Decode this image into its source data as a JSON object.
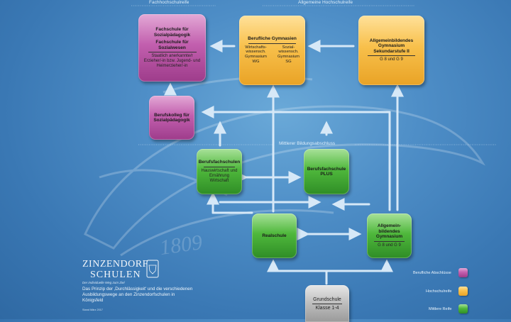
{
  "headers": {
    "fachhochschulreife": "Fachhochschulreife",
    "allgemeine_hochschulreife": "Allgemeine Hochschulreife",
    "mittlerer_bildungsabschluss": "Mittlerer Bildungsabschluss"
  },
  "boxes": {
    "fachschule": {
      "title1": "Fachschule für Sozialpädagogik",
      "title2": "Fachschule für Sozialwesen",
      "desc": "Staatlich anerkannte/r Erzieher/-in bzw. Jugend- und Heimerzieher/-in"
    },
    "berufskolleg": {
      "title": "Berufskolleg für Sozialpädagogik"
    },
    "berufliche_gymnasien": {
      "title": "Berufliche Gymnasien",
      "col1": "Wirtschafts-wissensch. Gymnasium WG",
      "col2": "Sozial-wissensch. Gymnasium SG"
    },
    "allgemeinbildendes_gym_sek2": {
      "title": "Allgemeinbildendes Gymnasium Sekundarstufe II",
      "sub": "G 8 und G 9"
    },
    "berufsfachschulen": {
      "title": "Berufsfachschulen",
      "desc": "Hauswirtschaft und Ernährung Wirtschaft"
    },
    "berufsfachschule_plus": {
      "title": "Berufsfachschule PLUS"
    },
    "realschule": {
      "title": "Realschule"
    },
    "allgemeinbildendes_gym": {
      "title": "Allgemein-bildendes Gymnasium",
      "sub": "G 8 und G 9"
    },
    "grundschule": {
      "title": "Grundschule",
      "sub": "Klasse 1-4"
    }
  },
  "legend": [
    {
      "label": "Berufliche Abschlüsse",
      "color": "#b54ea0"
    },
    {
      "label": "Hochschulreife",
      "color": "#f5b53a"
    },
    {
      "label": "Mittlere Reife",
      "color": "#3fa532"
    }
  ],
  "logo": {
    "line1": "ZINZENDORF",
    "line2": "SCHULEN",
    "tagline": "Der individuelle Weg zum Ziel"
  },
  "watermark_year": "1809",
  "description": "Das Prinzip der ‚Durchlässigkeit' und die verschiedenen Ausbildungswege an den Zinzendorfschulen in Königsfeld",
  "stand": "Stand März 2017",
  "colors": {
    "arrow": "#d6e8f7",
    "pink": "#b54ea0",
    "orange": "#f5b53a",
    "green": "#3fa532",
    "gray": "#b5b5b5"
  }
}
